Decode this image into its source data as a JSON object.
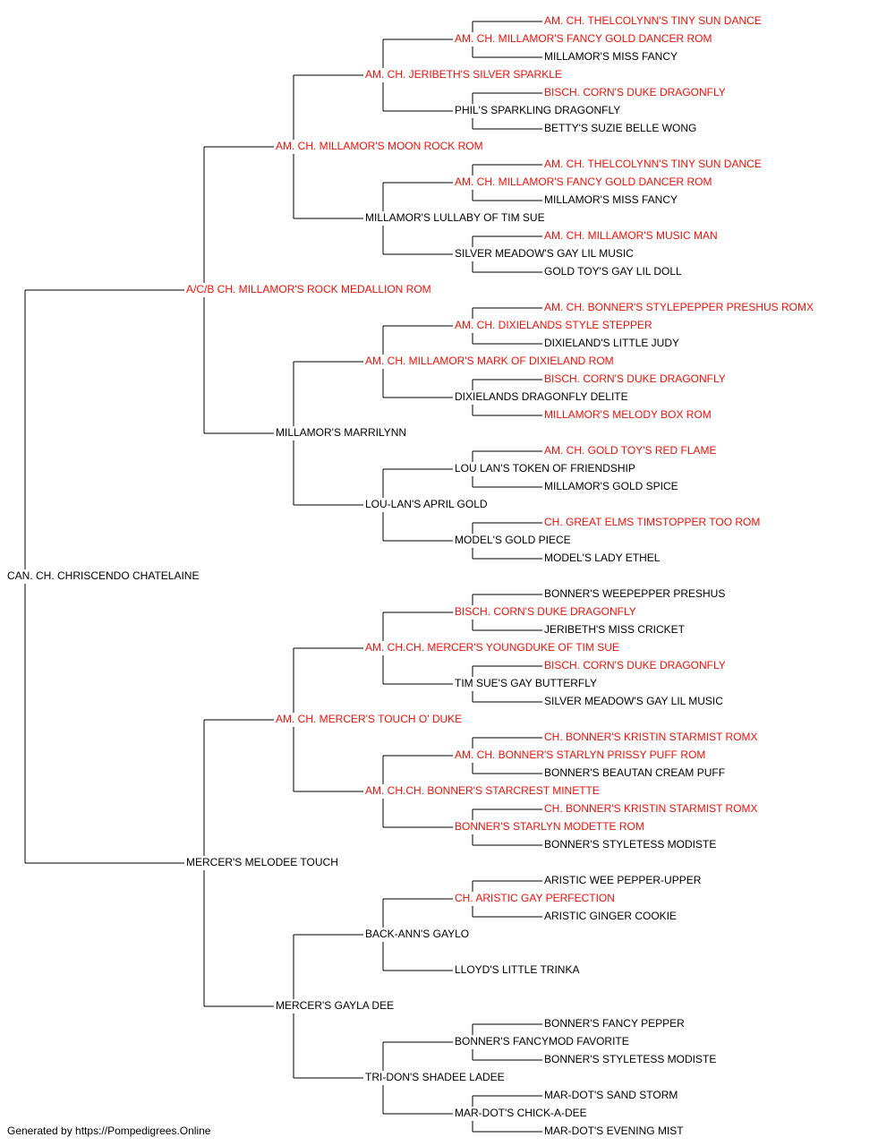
{
  "colors": {
    "champion": "#e8120c",
    "normal": "#000000",
    "line": "#000000"
  },
  "pedigree": {
    "name": "CAN. CH. CHRISCENDO CHATELAINE",
    "champion": false,
    "sire": {
      "name": "A/C/B CH. MILLAMOR'S ROCK MEDALLION ROM",
      "champion": true,
      "sire": {
        "name": "AM. CH. MILLAMOR'S MOON ROCK ROM",
        "champion": true,
        "sire": {
          "name": "AM. CH. JERIBETH'S SILVER SPARKLE",
          "champion": true,
          "sire": {
            "name": "AM. CH. MILLAMOR'S FANCY GOLD DANCER ROM",
            "champion": true,
            "sire": {
              "name": "AM. CH. THELCOLYNN'S TINY SUN DANCE",
              "champion": true
            },
            "dam": {
              "name": "MILLAMOR'S MISS FANCY",
              "champion": false
            }
          },
          "dam": {
            "name": "PHIL'S SPARKLING DRAGONFLY",
            "champion": false,
            "sire": {
              "name": "BISCH. CORN'S DUKE DRAGONFLY",
              "champion": true
            },
            "dam": {
              "name": "BETTY'S SUZIE BELLE WONG",
              "champion": false
            }
          }
        },
        "dam": {
          "name": "MILLAMOR'S LULLABY OF TIM SUE",
          "champion": false,
          "sire": {
            "name": "AM. CH. MILLAMOR'S FANCY GOLD DANCER ROM",
            "champion": true,
            "sire": {
              "name": "AM. CH. THELCOLYNN'S TINY SUN DANCE",
              "champion": true
            },
            "dam": {
              "name": "MILLAMOR'S MISS FANCY",
              "champion": false
            }
          },
          "dam": {
            "name": "SILVER MEADOW'S GAY LIL MUSIC",
            "champion": false,
            "sire": {
              "name": "AM. CH. MILLAMOR'S MUSIC MAN",
              "champion": true
            },
            "dam": {
              "name": "GOLD TOY'S GAY LIL DOLL",
              "champion": false
            }
          }
        }
      },
      "dam": {
        "name": "MILLAMOR'S MARRILYNN",
        "champion": false,
        "sire": {
          "name": "AM. CH. MILLAMOR'S MARK OF DIXIELAND ROM",
          "champion": true,
          "sire": {
            "name": "AM. CH. DIXIELANDS STYLE STEPPER",
            "champion": true,
            "sire": {
              "name": "AM. CH. BONNER'S STYLEPEPPER PRESHUS ROMX",
              "champion": true
            },
            "dam": {
              "name": "DIXIELAND'S LITTLE JUDY",
              "champion": false
            }
          },
          "dam": {
            "name": "DIXIELANDS DRAGONFLY DELITE",
            "champion": false,
            "sire": {
              "name": "BISCH. CORN'S DUKE DRAGONFLY",
              "champion": true
            },
            "dam": {
              "name": "MILLAMOR'S MELODY BOX ROM",
              "champion": true
            }
          }
        },
        "dam": {
          "name": "LOU-LAN'S APRIL GOLD",
          "champion": false,
          "sire": {
            "name": "LOU LAN'S TOKEN OF FRIENDSHIP",
            "champion": false,
            "sire": {
              "name": "AM. CH. GOLD TOY'S RED FLAME",
              "champion": true
            },
            "dam": {
              "name": "MILLAMOR'S GOLD SPICE",
              "champion": false
            }
          },
          "dam": {
            "name": "MODEL'S GOLD PIECE",
            "champion": false,
            "sire": {
              "name": "CH. GREAT ELMS TIMSTOPPER TOO ROM",
              "champion": true
            },
            "dam": {
              "name": "MODEL'S LADY ETHEL",
              "champion": false
            }
          }
        }
      }
    },
    "dam": {
      "name": "MERCER'S MELODEE TOUCH",
      "champion": false,
      "sire": {
        "name": "AM. CH. MERCER'S TOUCH O' DUKE",
        "champion": true,
        "sire": {
          "name": "AM. CH.CH. MERCER'S YOUNGDUKE OF TIM SUE",
          "champion": true,
          "sire": {
            "name": "BISCH. CORN'S DUKE DRAGONFLY",
            "champion": true,
            "sire": {
              "name": "BONNER'S WEEPEPPER PRESHUS",
              "champion": false
            },
            "dam": {
              "name": "JERIBETH'S MISS CRICKET",
              "champion": false
            }
          },
          "dam": {
            "name": "TIM SUE'S GAY BUTTERFLY",
            "champion": false,
            "sire": {
              "name": "BISCH. CORN'S DUKE DRAGONFLY",
              "champion": true
            },
            "dam": {
              "name": "SILVER MEADOW'S GAY LIL MUSIC",
              "champion": false
            }
          }
        },
        "dam": {
          "name": "AM. CH.CH. BONNER'S STARCREST MINETTE",
          "champion": true,
          "sire": {
            "name": "AM. CH. BONNER'S STARLYN PRISSY PUFF ROM",
            "champion": true,
            "sire": {
              "name": "CH. BONNER'S KRISTIN STARMIST ROMX",
              "champion": true
            },
            "dam": {
              "name": "BONNER'S BEAUTAN CREAM PUFF",
              "champion": false
            }
          },
          "dam": {
            "name": "BONNER'S STARLYN MODETTE ROM",
            "champion": true,
            "sire": {
              "name": "CH. BONNER'S KRISTIN STARMIST ROMX",
              "champion": true
            },
            "dam": {
              "name": "BONNER'S STYLETESS MODISTE",
              "champion": false
            }
          }
        }
      },
      "dam": {
        "name": "MERCER'S GAYLA DEE",
        "champion": false,
        "sire": {
          "name": "BACK-ANN'S GAYLO",
          "champion": false,
          "sire": {
            "name": "CH. ARISTIC GAY PERFECTION",
            "champion": true,
            "sire": {
              "name": "ARISTIC WEE PEPPER-UPPER",
              "champion": false
            },
            "dam": {
              "name": "ARISTIC GINGER COOKIE",
              "champion": false
            }
          },
          "dam": {
            "name": "LLOYD'S LITTLE TRINKA",
            "champion": false
          }
        },
        "dam": {
          "name": "TRI-DON'S SHADEE LADEE",
          "champion": false,
          "sire": {
            "name": "BONNER'S FANCYMOD FAVORITE",
            "champion": false,
            "sire": {
              "name": "BONNER'S FANCY PEPPER",
              "champion": false
            },
            "dam": {
              "name": "BONNER'S STYLETESS MODISTE",
              "champion": false
            }
          },
          "dam": {
            "name": "MAR-DOT'S CHICK-A-DEE",
            "champion": false,
            "sire": {
              "name": "MAR-DOT'S SAND STORM",
              "champion": false
            },
            "dam": {
              "name": "MAR-DOT'S EVENING MIST",
              "champion": false
            }
          }
        }
      }
    }
  },
  "footer": "Generated by https://Pompedigrees.Online"
}
